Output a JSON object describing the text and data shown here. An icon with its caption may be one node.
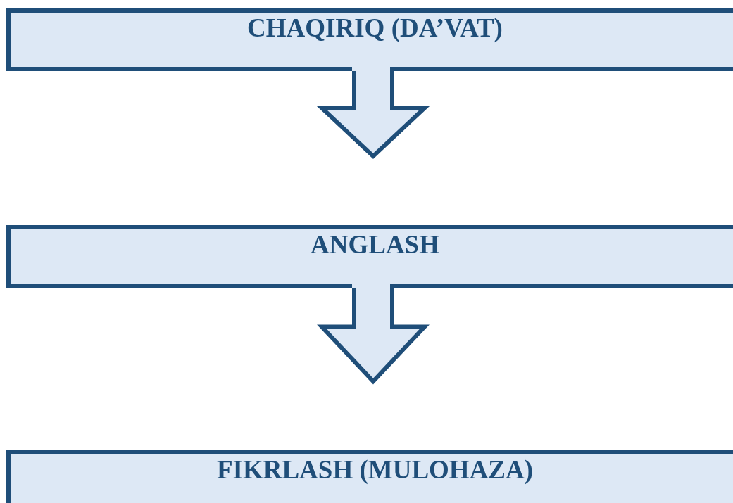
{
  "diagram": {
    "nodes": [
      {
        "text": [
          "CHAQIRIQ (DA’VAT)"
        ]
      },
      {
        "text": [
          "ANGLASH"
        ]
      },
      {
        "text": [
          "FIKRLASH (MULOHAZA)"
        ]
      }
    ],
    "edges": [
      {
        "from": 0,
        "to": 1,
        "arrow": "to"
      },
      {
        "from": 1,
        "to": 2,
        "arrow": "to"
      }
    ]
  }
}
